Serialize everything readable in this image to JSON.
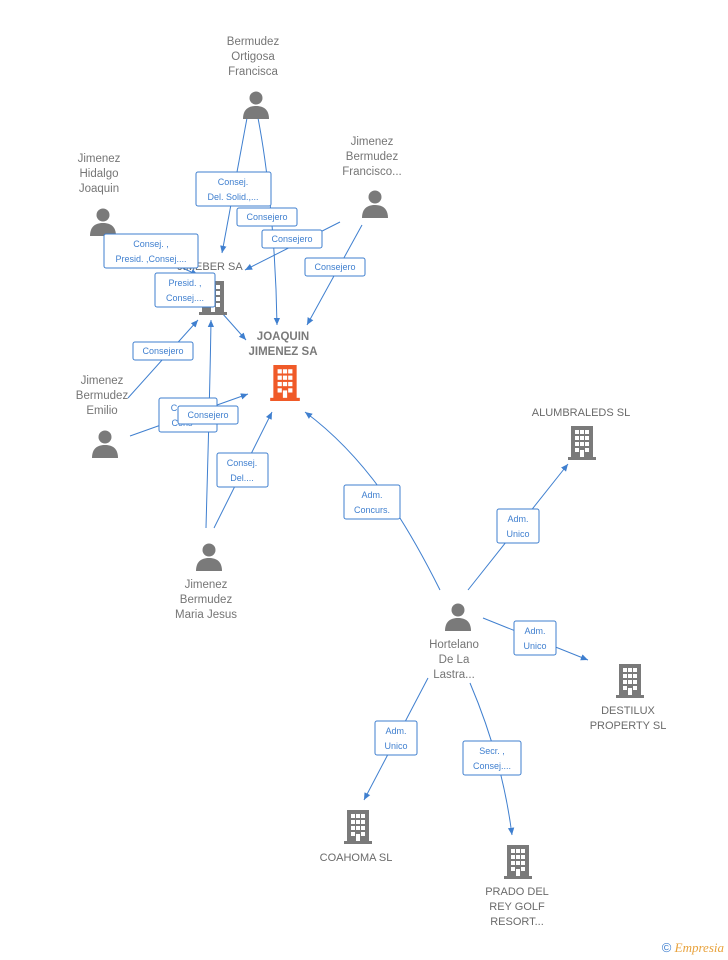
{
  "colors": {
    "edge": "#3f7fcf",
    "person": "#7a7a7a",
    "company": "#7a7a7a",
    "main_company": "#f05a28"
  },
  "main_company": {
    "label_line1": "JOAQUIN",
    "label_line2": "JIMENEZ SA"
  },
  "persons": {
    "bermudez_ortigosa": {
      "l1": "Bermudez",
      "l2": "Ortigosa",
      "l3": "Francisca"
    },
    "jimenez_hidalgo": {
      "l1": "Jimenez",
      "l2": "Hidalgo",
      "l3": "Joaquin"
    },
    "jimenez_bermudez_francisco": {
      "l1": "Jimenez",
      "l2": "Bermudez",
      "l3": "Francisco..."
    },
    "jimenez_bermudez_emilio": {
      "l1": "Jimenez",
      "l2": "Bermudez",
      "l3": "Emilio"
    },
    "jimenez_bermudez_maria": {
      "l1": "Jimenez",
      "l2": "Bermudez",
      "l3": "Maria Jesus"
    },
    "hortelano": {
      "l1": "Hortelano",
      "l2": "De La",
      "l3": "Lastra..."
    }
  },
  "companies": {
    "jimeber": {
      "l1": "JIMEBER SA"
    },
    "alumbraleds": {
      "l1": "ALUMBRALEDS SL"
    },
    "destilux": {
      "l1": "DESTILUX",
      "l2": "PROPERTY  SL"
    },
    "coahoma": {
      "l1": "COAHOMA SL"
    },
    "prado": {
      "l1": "PRADO DEL",
      "l2": "REY GOLF",
      "l3": "RESORT..."
    }
  },
  "roles": {
    "r1": {
      "l1": "Consej.",
      "l2": "Del. Solid.,..."
    },
    "r2": {
      "l1": "Consejero"
    },
    "r3": {
      "l1": "Consejero"
    },
    "r4": {
      "l1": "Consej. ,",
      "l2": "Presid. ,Consej...."
    },
    "r5": {
      "l1": "Consejero"
    },
    "r6": {
      "l1": "Presid. ,",
      "l2": "Consej...."
    },
    "r7": {
      "l1": "Consejero"
    },
    "r8": {
      "l1": "Con",
      "l2": "Cons"
    },
    "r9": {
      "l1": "Consejero"
    },
    "r10": {
      "l1": "Consej.",
      "l2": "Del...."
    },
    "r11": {
      "l1": "Adm.",
      "l2": "Concurs."
    },
    "r12": {
      "l1": "Adm.",
      "l2": "Unico"
    },
    "r13": {
      "l1": "Adm.",
      "l2": "Unico"
    },
    "r14": {
      "l1": "Adm.",
      "l2": "Unico"
    },
    "r15": {
      "l1": "Secr. ,",
      "l2": "Consej...."
    }
  },
  "footer": {
    "copyright": "©",
    "brand": "Empresia"
  }
}
